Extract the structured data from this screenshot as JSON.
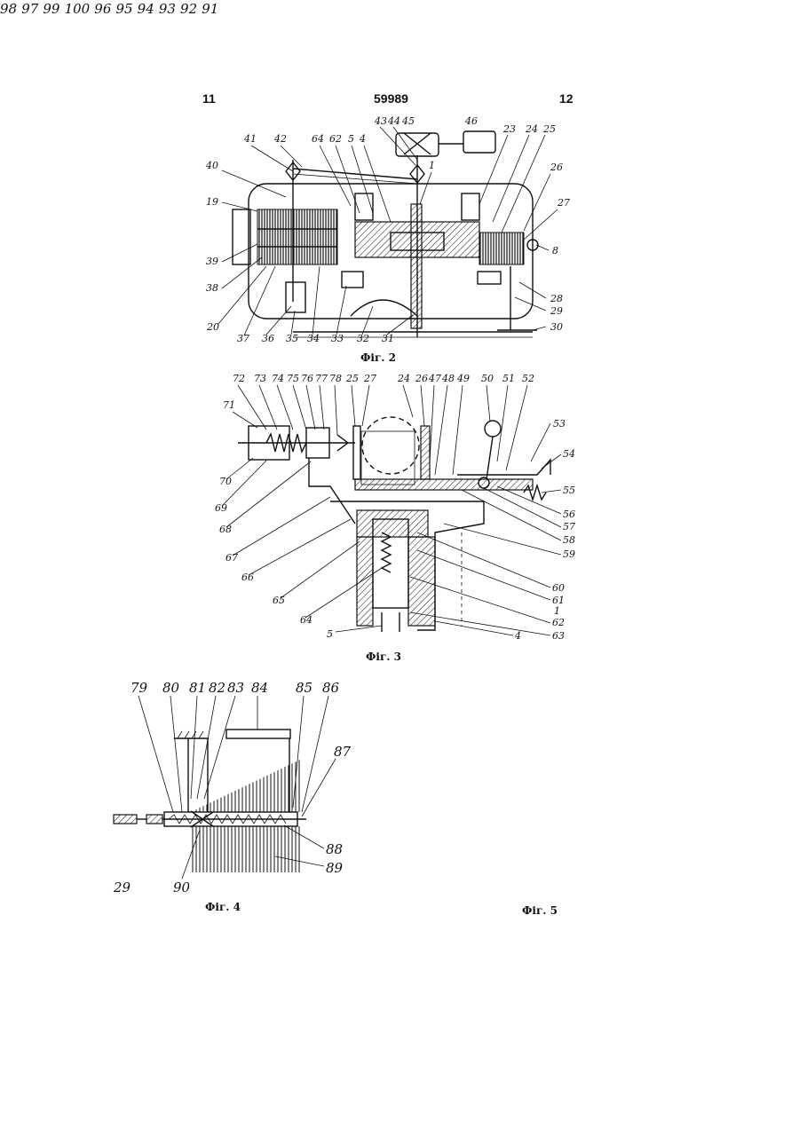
{
  "header": {
    "left_page": "11",
    "patent_number": "59989",
    "right_page": "12"
  },
  "figures": {
    "fig2": {
      "caption": "Фіг. 2",
      "labels": [
        "41",
        "42",
        "64",
        "62",
        "5",
        "4",
        "43",
        "44",
        "45",
        "46",
        "23",
        "24",
        "25",
        "40",
        "1",
        "26",
        "19",
        "27",
        "39",
        "8",
        "38",
        "28",
        "29",
        "20",
        "37",
        "36",
        "35",
        "34",
        "33",
        "32",
        "31",
        "30"
      ]
    },
    "fig3": {
      "caption": "Фіг. 3",
      "labels": [
        "72",
        "73",
        "74",
        "75",
        "76",
        "77",
        "78",
        "25",
        "27",
        "24",
        "26",
        "47",
        "48",
        "49",
        "50",
        "51",
        "52",
        "71",
        "53",
        "54",
        "55",
        "70",
        "56",
        "69",
        "57",
        "68",
        "58",
        "59",
        "67",
        "66",
        "60",
        "61",
        "65",
        "1",
        "62",
        "64",
        "63",
        "5",
        "4"
      ]
    },
    "fig4": {
      "caption": "Фіг. 4",
      "labels": [
        "79",
        "80",
        "81",
        "82",
        "83",
        "84",
        "85",
        "86",
        "87",
        "88",
        "29",
        "90",
        "89"
      ]
    },
    "fig5": {
      "caption": "Фіг. 5",
      "labels": [
        "98",
        "97",
        "99",
        "100",
        "96",
        "95",
        "94",
        "93",
        "92",
        "91"
      ]
    }
  }
}
